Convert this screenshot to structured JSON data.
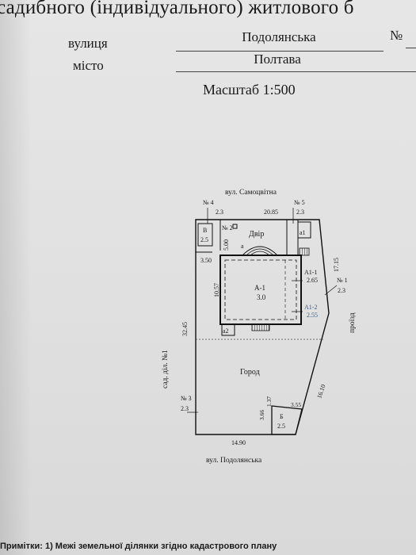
{
  "header": {
    "title_fragment": "садибного (індивідуального) житлового б",
    "street_label": "вулиця",
    "street_value": "Подолянська",
    "number_label": "№",
    "city_label": "місто",
    "city_value": "Полтава",
    "scale": "Масштаб 1:500"
  },
  "plan": {
    "street_top": "вул. Самоцвітна",
    "street_bottom": "вул. Подолянська",
    "left_side": "сад. діл. №1",
    "right_side": "проїзд",
    "yard": "Двір",
    "garden": "Город",
    "house": "А-1",
    "house_h": "3.0",
    "ext_a1_1": "А1-1",
    "ext_a1_1_h": "2.65",
    "ext_a1_2": "А1-2",
    "ext_a1_2_h": "2.55",
    "porch_a": "а",
    "porch_a1": "а1",
    "porch_a2": "а2",
    "bldg_v": "В",
    "bldg_v_h": "2.5",
    "bldg_b": "Б",
    "bldg_b_h": "2.5",
    "p4": "№ 4",
    "p4_h": "2.3",
    "p5": "№ 5",
    "p5_h": "2.3",
    "p1": "№ 1",
    "p1_h": "2.3",
    "p2": "№ 2",
    "p3": "№ 3",
    "p3_h": "2.3",
    "d_top": "20.85",
    "d_left": "32.45",
    "d_bottom": "14.90",
    "d_right_upper": "17.15",
    "d_right_lower": "16.10",
    "d_house_left": "10.57",
    "d_yard_vert": "5.00",
    "d_yard_horiz": "3.50",
    "d_b_top": "1.37",
    "d_b_right": "3.55",
    "d_b_left": "3.66"
  },
  "footer": {
    "notes": "Примітки: 1) Межі земельної ділянки згідно кадастрового плану"
  }
}
